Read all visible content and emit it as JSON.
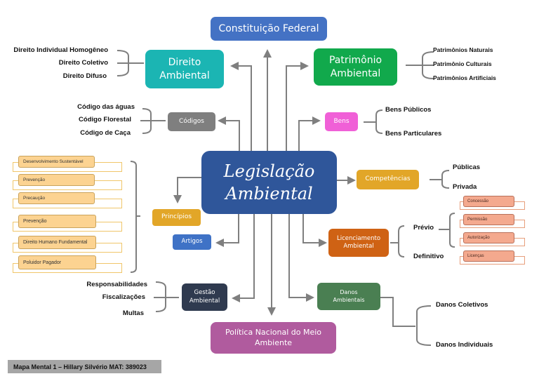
{
  "central": {
    "line1": "Legislação",
    "line2": "Ambiental"
  },
  "nodes": {
    "constituicao": {
      "label": "Constituição Federal",
      "color": "#4472c4"
    },
    "direito": {
      "line1": "Direito",
      "line2": "Ambiental",
      "color": "#1bb5b3"
    },
    "patrimonio": {
      "line1": "Patrimônio",
      "line2": "Ambiental",
      "color": "#11a94c"
    },
    "codigos": {
      "label": "Códigos",
      "color": "#7f7f7f"
    },
    "bens": {
      "label": "Bens",
      "color": "#f060d7"
    },
    "competencias": {
      "label": "Competências",
      "color": "#e2a628"
    },
    "principios": {
      "label": "Princípios",
      "color": "#e2a628"
    },
    "artigos": {
      "label": "Artigos",
      "color": "#3f72c6"
    },
    "licenciamento": {
      "line1": "Licenciamento",
      "line2": "Ambiental",
      "color": "#cf6214"
    },
    "gestao": {
      "line1": "Gestão",
      "line2": "Ambiental",
      "color": "#2f3a4f"
    },
    "danos": {
      "line1": "Danos",
      "line2": "Ambientais",
      "color": "#4a7f52"
    },
    "politica": {
      "line1": "Política Nacional do Meio",
      "line2": "Ambiente",
      "color": "#b05b9e"
    }
  },
  "direito_items": [
    "Direito Individual Homogêneo",
    "Direito Coletivo",
    "Direito Difuso"
  ],
  "patrimonio_items": [
    "Patrimônios Naturais",
    "Patrimônio Culturais",
    "Patrimônios Artificiais"
  ],
  "codigos_items": [
    "Código das águas",
    "Código Florestal",
    "Código de Caça"
  ],
  "bens_items": [
    "Bens Públicos",
    "Bens Particulares"
  ],
  "competencias_items": [
    "Públicas",
    "Privada"
  ],
  "principios_items": [
    "Desenvolvimento Sustentável",
    "Prevenção",
    "Precaução",
    "Prevenção",
    "Direito Humano Fundamental",
    "Poluidor Pagador"
  ],
  "licenciamento_items": [
    "Prévio",
    "Definitivo"
  ],
  "previo_items": [
    "Concessão",
    "Permissão",
    "Autorização",
    "Licenças"
  ],
  "gestao_items": [
    "Responsabilidades",
    "Fiscalizações",
    "Multas"
  ],
  "danos_items": [
    "Danos Coletivos",
    "Danos Individuais"
  ],
  "footer": "Mapa Mental 1 – Hillary Silvério MAT: 389023"
}
